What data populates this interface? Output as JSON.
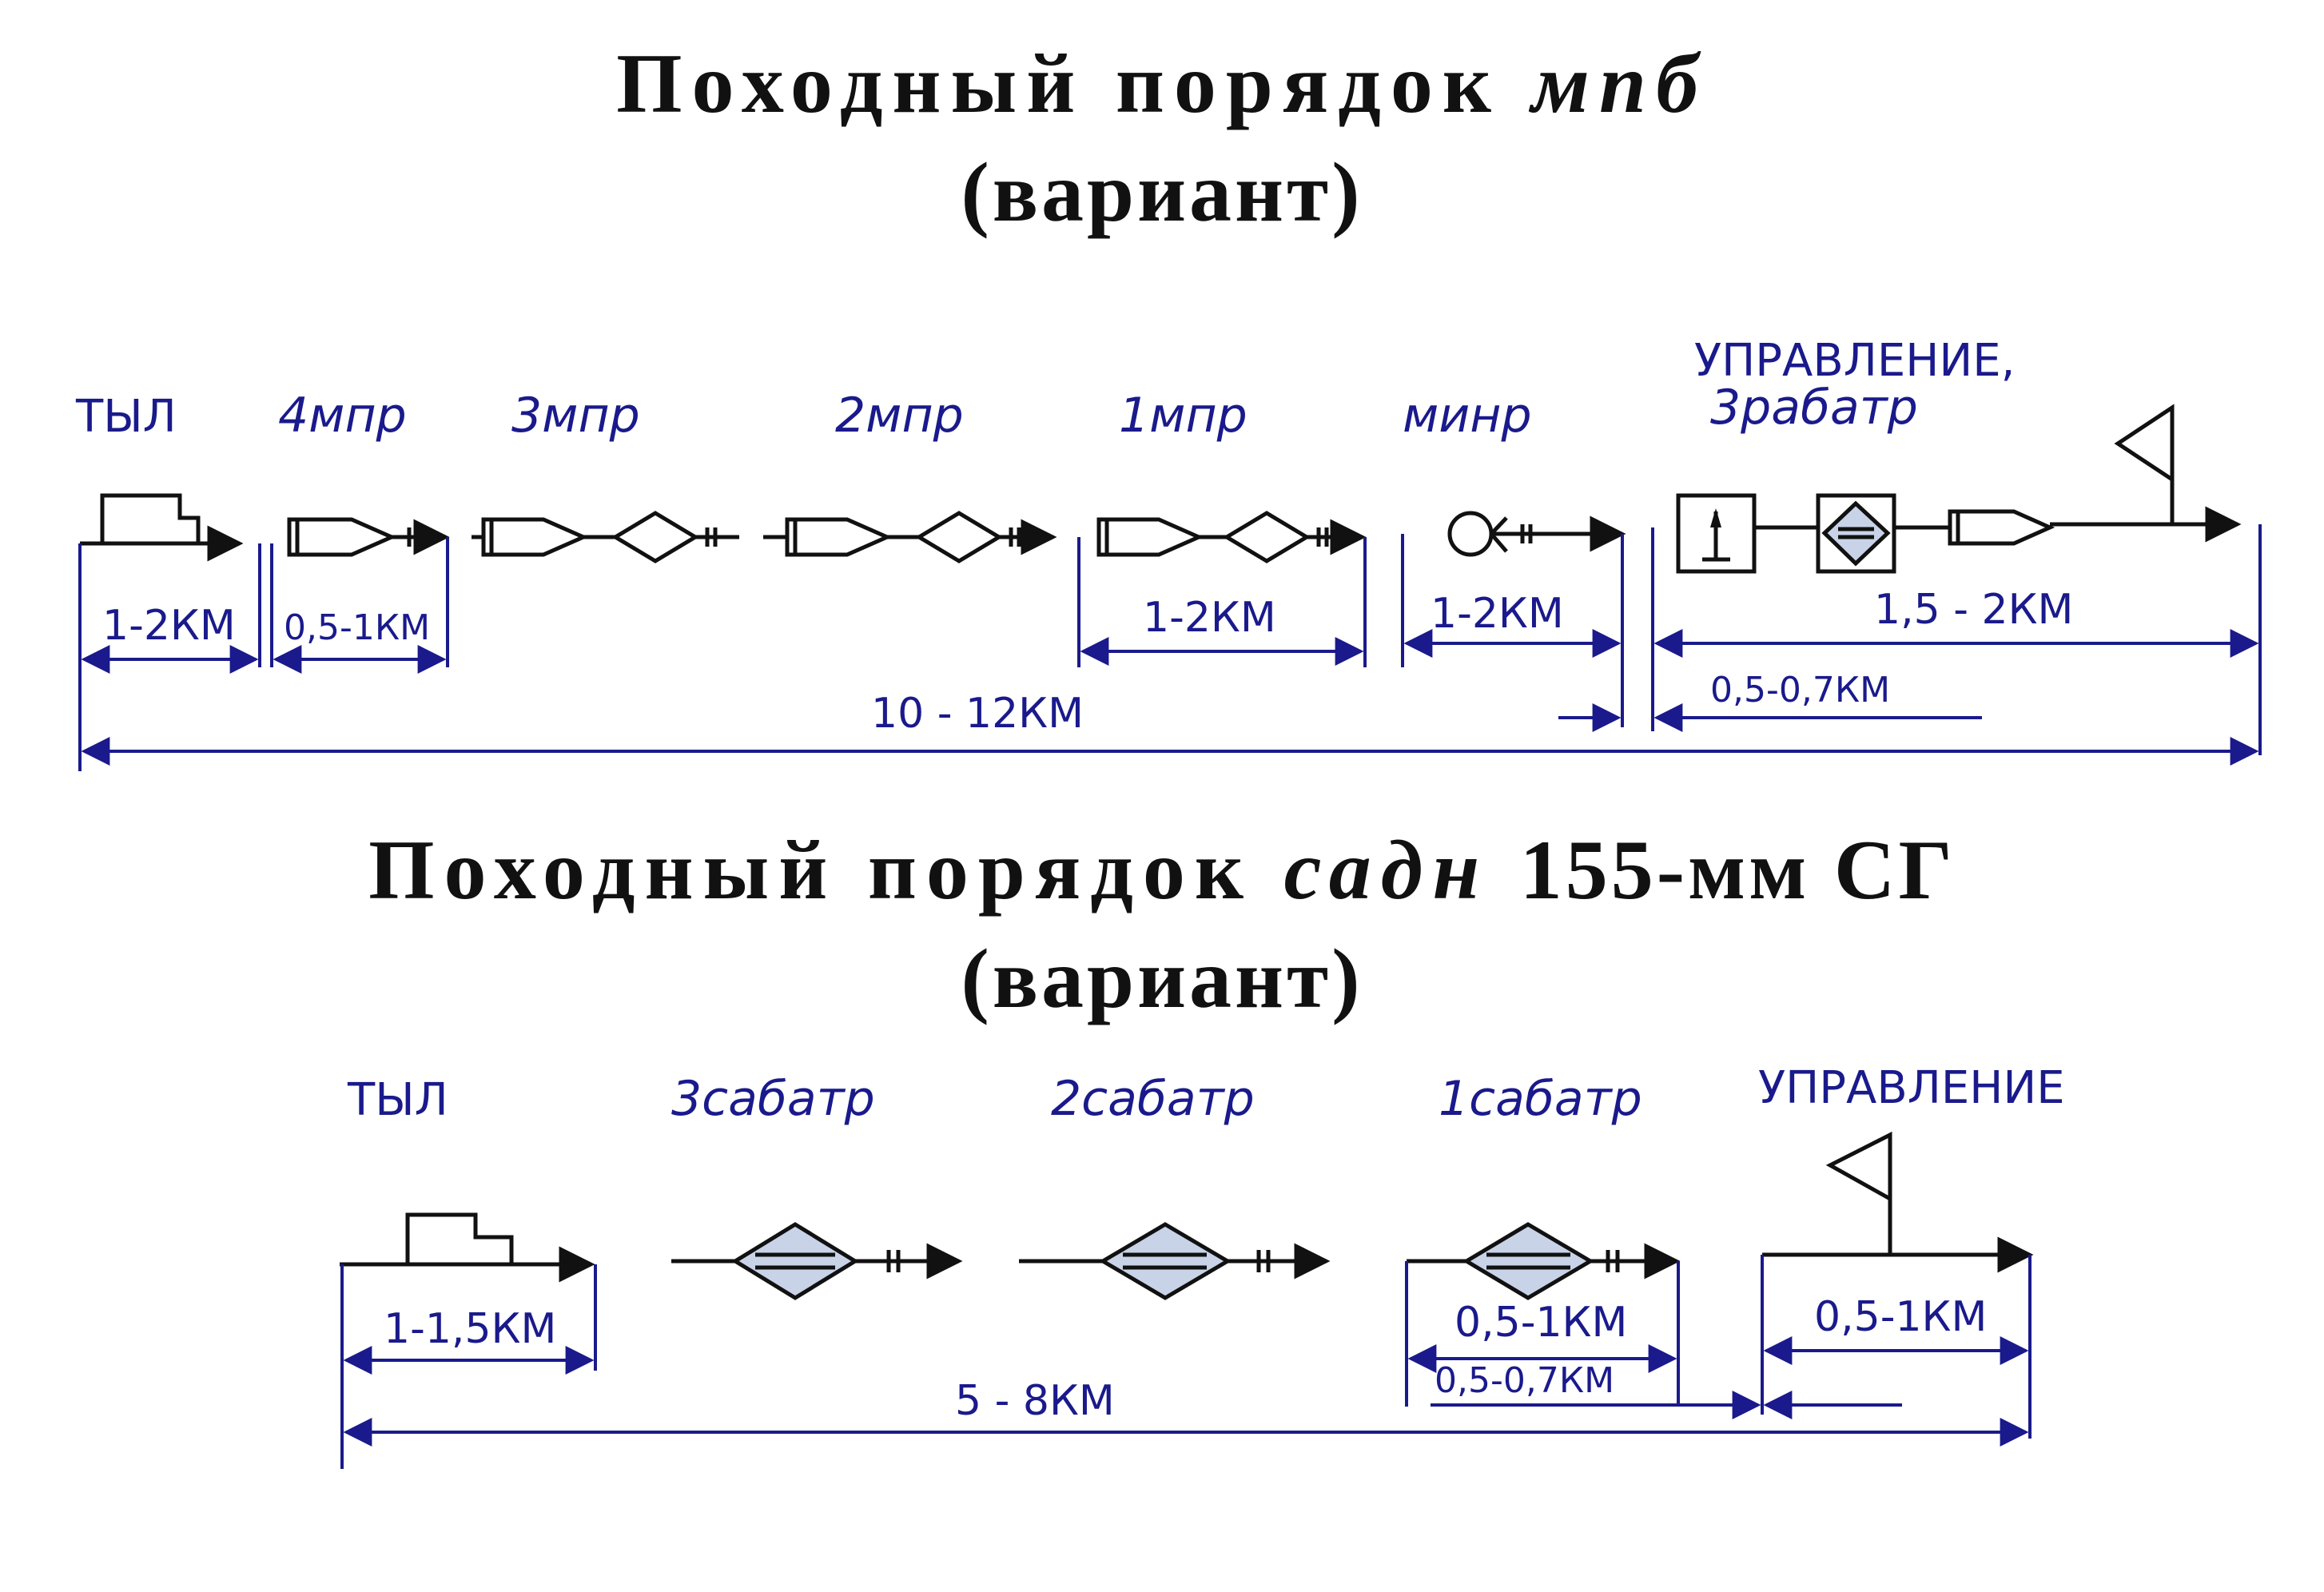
{
  "diagram1": {
    "title_main": "Походный порядок",
    "title_abbr": "мпб",
    "subtitle": "(вариант)",
    "labels": {
      "rear": "ТЫЛ",
      "company4": "4мпр",
      "company3": "3мпр",
      "company2": "2мпр",
      "company1": "1мпр",
      "mortar": "минр",
      "hq_line1": "УПРАВЛЕНИЕ,",
      "hq_line2": "3рабатр"
    },
    "distances": {
      "rear": "1-2КМ",
      "company4": "0,5-1КМ",
      "company1": "1-2КМ",
      "mortar": "1-2КМ",
      "hq": "1,5 - 2КМ",
      "hq_inner": "0,5-0,7КМ",
      "total": "10 - 12КМ"
    }
  },
  "diagram2": {
    "title_main": "Походный порядок",
    "title_abbr": "садн",
    "title_tail": "155-мм СГ",
    "subtitle": "(вариант)",
    "labels": {
      "rear": "ТЫЛ",
      "battery3": "3сабатр",
      "battery2": "2сабатр",
      "battery1": "1сабатр",
      "hq": "УПРАВЛЕНИЕ"
    },
    "distances": {
      "rear": "1-1,5КМ",
      "battery1": "0,5-1КМ",
      "battery1_inner": "0,5-0,7КМ",
      "hq": "0,5-1КМ",
      "total": "5 - 8КМ"
    }
  },
  "colors": {
    "ink": "#1a1a8c",
    "lines": "#111111",
    "symbol_fill": "#c9d3e8"
  }
}
